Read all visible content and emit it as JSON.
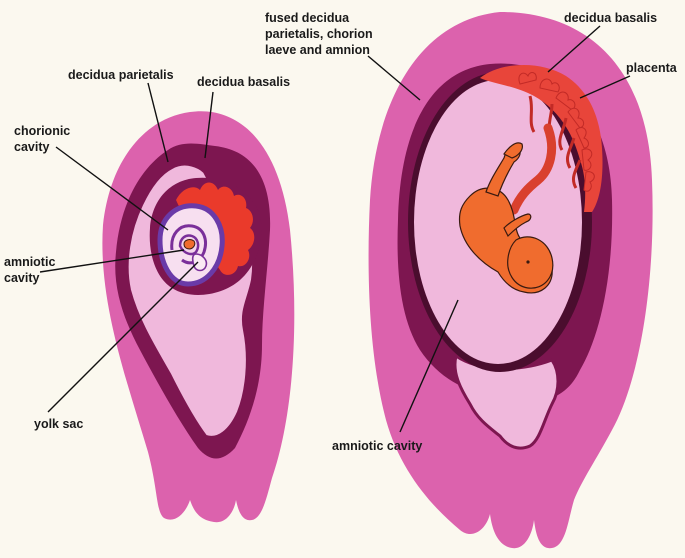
{
  "colors": {
    "background": "#fbf8ef",
    "uterine_wall": "#dc62ad",
    "decidua": "#7d1650",
    "cavity": "#f0b8dc",
    "chorionic_villi": "#ea3a2b",
    "amnion_band": "#6a3aa8",
    "embryo": "#f06c2e"
  },
  "labels": {
    "left": {
      "decidua_parietalis": "decidua parietalis",
      "decidua_basalis": "decidua basalis",
      "chorionic_cavity_1": "chorionic",
      "chorionic_cavity_2": "cavity",
      "amniotic_cavity_1": "amniotic",
      "amniotic_cavity_2": "cavity",
      "yolk_sac": "yolk sac"
    },
    "right": {
      "fused_1": "fused decidua",
      "fused_2": "parietalis, chorion",
      "fused_3": "laeve and amnion",
      "decidua_basalis": "decidua basalis",
      "placenta": "placenta",
      "amniotic_cavity": "amniotic cavity"
    }
  }
}
